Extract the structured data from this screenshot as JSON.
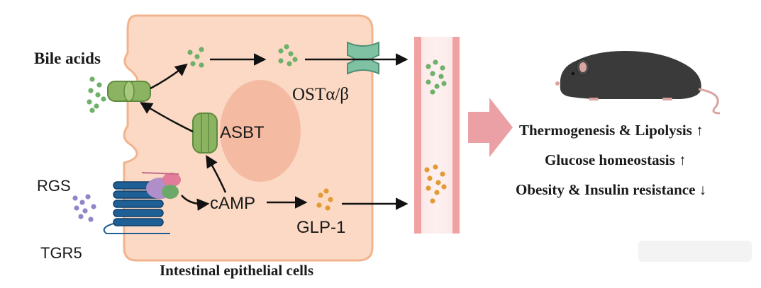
{
  "labels": {
    "bile_acids": "Bile acids",
    "rgs": "RGS",
    "tgr5": "TGR5",
    "ost": "OSTα/β",
    "asbt": "ASBT",
    "camp": "cAMP",
    "glp1": "GLP-1",
    "cell_caption": "Intestinal epithelial cells"
  },
  "effects": [
    {
      "text": "Thermogenesis & Lipolysis",
      "arrow": "↑"
    },
    {
      "text": "Glucose homeostasis",
      "arrow": "↑"
    },
    {
      "text": "Obesity & Insulin resistance",
      "arrow": "↓"
    }
  ],
  "colors": {
    "cell_fill": "#fbd9c4",
    "cell_stroke": "#f2b48e",
    "nucleus": "#f3b59c",
    "transporter": "#8cb361",
    "ost_channel": "#7fc1a3",
    "bile_dot": "#6fb06a",
    "glp1_dot": "#e39a33",
    "rgs_dot": "#8f86c9",
    "receptor": "#1e5f96",
    "vessel_wall": "#f0a1a1",
    "big_arrow": "#eba0a5",
    "mouse": "#3a3a3a"
  }
}
